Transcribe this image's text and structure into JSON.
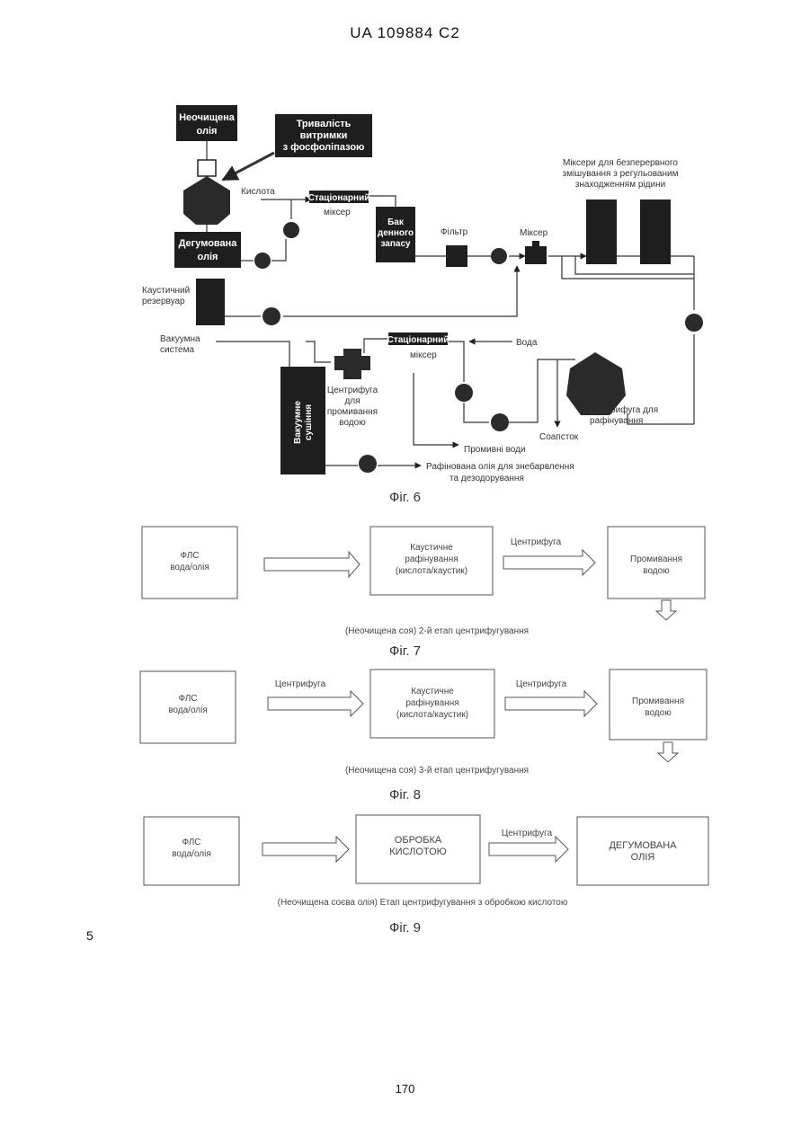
{
  "header": "UA   109884   C2",
  "page_number": "170",
  "margin_number": "5",
  "fig6": {
    "caption": "Фіг. 6",
    "crude_oil": [
      "Неочищена",
      "олія"
    ],
    "hold_time": [
      "Тривалість",
      "витримки",
      "з фосфоліпазою"
    ],
    "acid": "Кислота",
    "stat_mixer_top": [
      "Стаціонарний",
      "міксер"
    ],
    "degummed_oil": [
      "Дегумована",
      "олія"
    ],
    "day_tank": [
      "Бак",
      "денного",
      "запасу"
    ],
    "filter": "Фільтр",
    "mixer": "Міксер",
    "continuous_mixers": [
      "Міксери для безперервного",
      "змішування з регульованим",
      "знаходженням рідини"
    ],
    "caustic_tank": [
      "Каустичний",
      "резервуар"
    ],
    "vacuum_system": [
      "Вакуумна",
      "система"
    ],
    "stat_mixer_bottom": [
      "Стаціонарний",
      "міксер"
    ],
    "water": "Вода",
    "vacuum_dryer": [
      "Вакуумне",
      "сушіння"
    ],
    "wash_centrifuge": [
      "Центрифуга",
      "для",
      "промивання",
      "водою"
    ],
    "refining_centrifuge": [
      "Центрифуга для",
      "рафінування"
    ],
    "soapstock": "Соапсток",
    "wash_water": "Промивні води",
    "refined_oil": [
      "Рафінована олія для знебарвлення",
      "та дезодорування"
    ]
  },
  "fig7": {
    "caption": "Фіг. 7",
    "box1": [
      "ФЛС",
      "вода/олія"
    ],
    "box2": [
      "Каустичне",
      "рафінування",
      "(кислота/каустик)"
    ],
    "arrow2": "Центрифуга",
    "box3": [
      "Промивання",
      "водою"
    ],
    "note": "(Неочищена соя) 2-й етап центрифугування"
  },
  "fig8": {
    "caption": "Фіг. 8",
    "box1": [
      "ФЛС",
      "вода/олія"
    ],
    "arrow1": "Центрифуга",
    "box2": [
      "Каустичне",
      "рафінування",
      "(кислота/каустик)"
    ],
    "arrow2": "Центрифуга",
    "box3": [
      "Промивання",
      "водою"
    ],
    "note": "(Неочищена соя) 3-й етап центрифугування"
  },
  "fig9": {
    "caption": "Фіг. 9",
    "box1": [
      "ФЛС",
      "вода/олія"
    ],
    "box2": [
      "ОБРОБКА",
      "КИСЛОТОЮ"
    ],
    "arrow2": "Центрифуга",
    "box3": [
      "ДЕГУМОВАНА",
      "ОЛІЯ"
    ],
    "note": "(Неочищена соєва олія) Етап центрифугування з обробкою кислотою"
  }
}
